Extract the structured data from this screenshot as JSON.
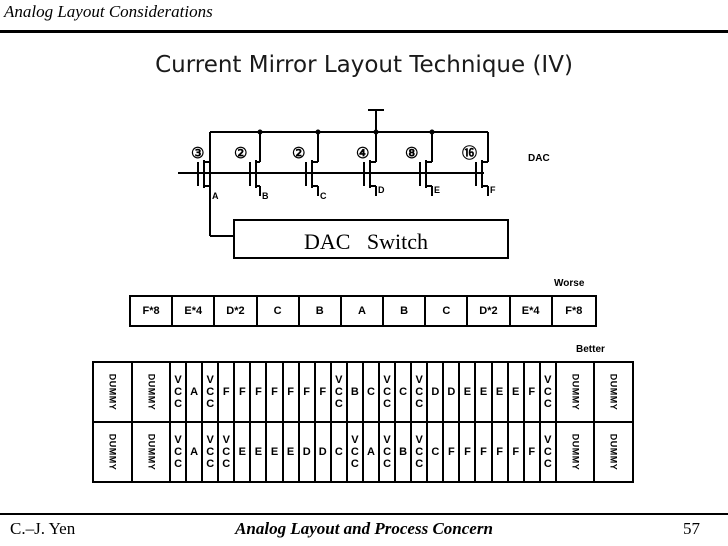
{
  "header": {
    "title": "Analog Layout Considerations"
  },
  "slide": {
    "title": "Current Mirror Layout Technique (IV)"
  },
  "schematic": {
    "multipliers": [
      "③",
      "②",
      "②",
      "④",
      "⑧",
      "⑯"
    ],
    "node_labels": [
      "A",
      "B",
      "C",
      "D",
      "E",
      "F"
    ],
    "dac_label": "DAC",
    "switch_label": "DAC   Switch"
  },
  "worse": {
    "label": "Worse",
    "cells": [
      "F*8",
      "E*4",
      "D*2",
      "C",
      "B",
      "A",
      "B",
      "C",
      "D*2",
      "E*4",
      "F*8"
    ]
  },
  "better": {
    "label": "Better",
    "row1": [
      "DUMMY",
      "DUMMY",
      "VCC",
      "A",
      "VCC",
      "F",
      "F",
      "F",
      "F",
      "F",
      "F",
      "F",
      "VCC",
      "B",
      "C",
      "VCC",
      "C",
      "VCC",
      "D",
      "D",
      "E",
      "E",
      "E",
      "E",
      "F",
      "VCC",
      "DUMMY",
      "DUMMY"
    ],
    "row2": [
      "DUMMY",
      "DUMMY",
      "VCC",
      "A",
      "VCC",
      "VCC",
      "E",
      "E",
      "E",
      "E",
      "D",
      "D",
      "C",
      "VCC",
      "A",
      "VCC",
      "B",
      "VCC",
      "C",
      "F",
      "F",
      "F",
      "F",
      "F",
      "F",
      "VCC",
      "DUMMY",
      "DUMMY"
    ]
  },
  "footer": {
    "author": "C.–J. Yen",
    "course": "Analog Layout and Process Concern",
    "page": "57"
  }
}
